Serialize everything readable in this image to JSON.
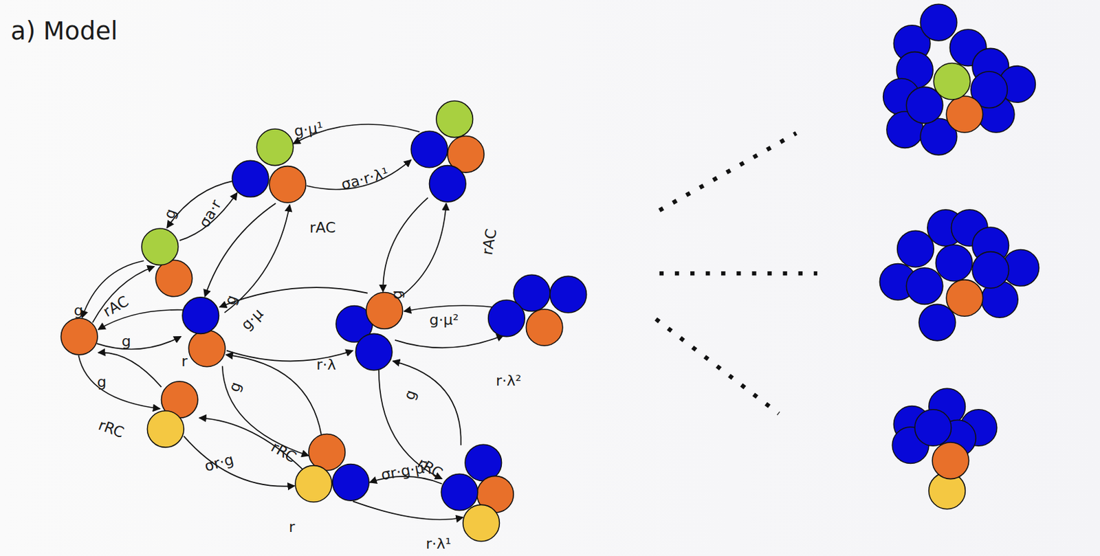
{
  "diagram": {
    "title": "a) Model",
    "labels": [
      "g·μ¹",
      "σa·r·λ¹",
      "g",
      "σa·r",
      "rAC",
      "rAC",
      "g",
      "g",
      "g·μ",
      "g·μ²",
      "g",
      "rAC",
      "g",
      "r",
      "r·λ",
      "r·λ²",
      "g",
      "g",
      "g",
      "rRC",
      "σr·g",
      "rRC",
      "rRC",
      "σr·g·μ¹",
      "r",
      "r·λ¹"
    ]
  }
}
